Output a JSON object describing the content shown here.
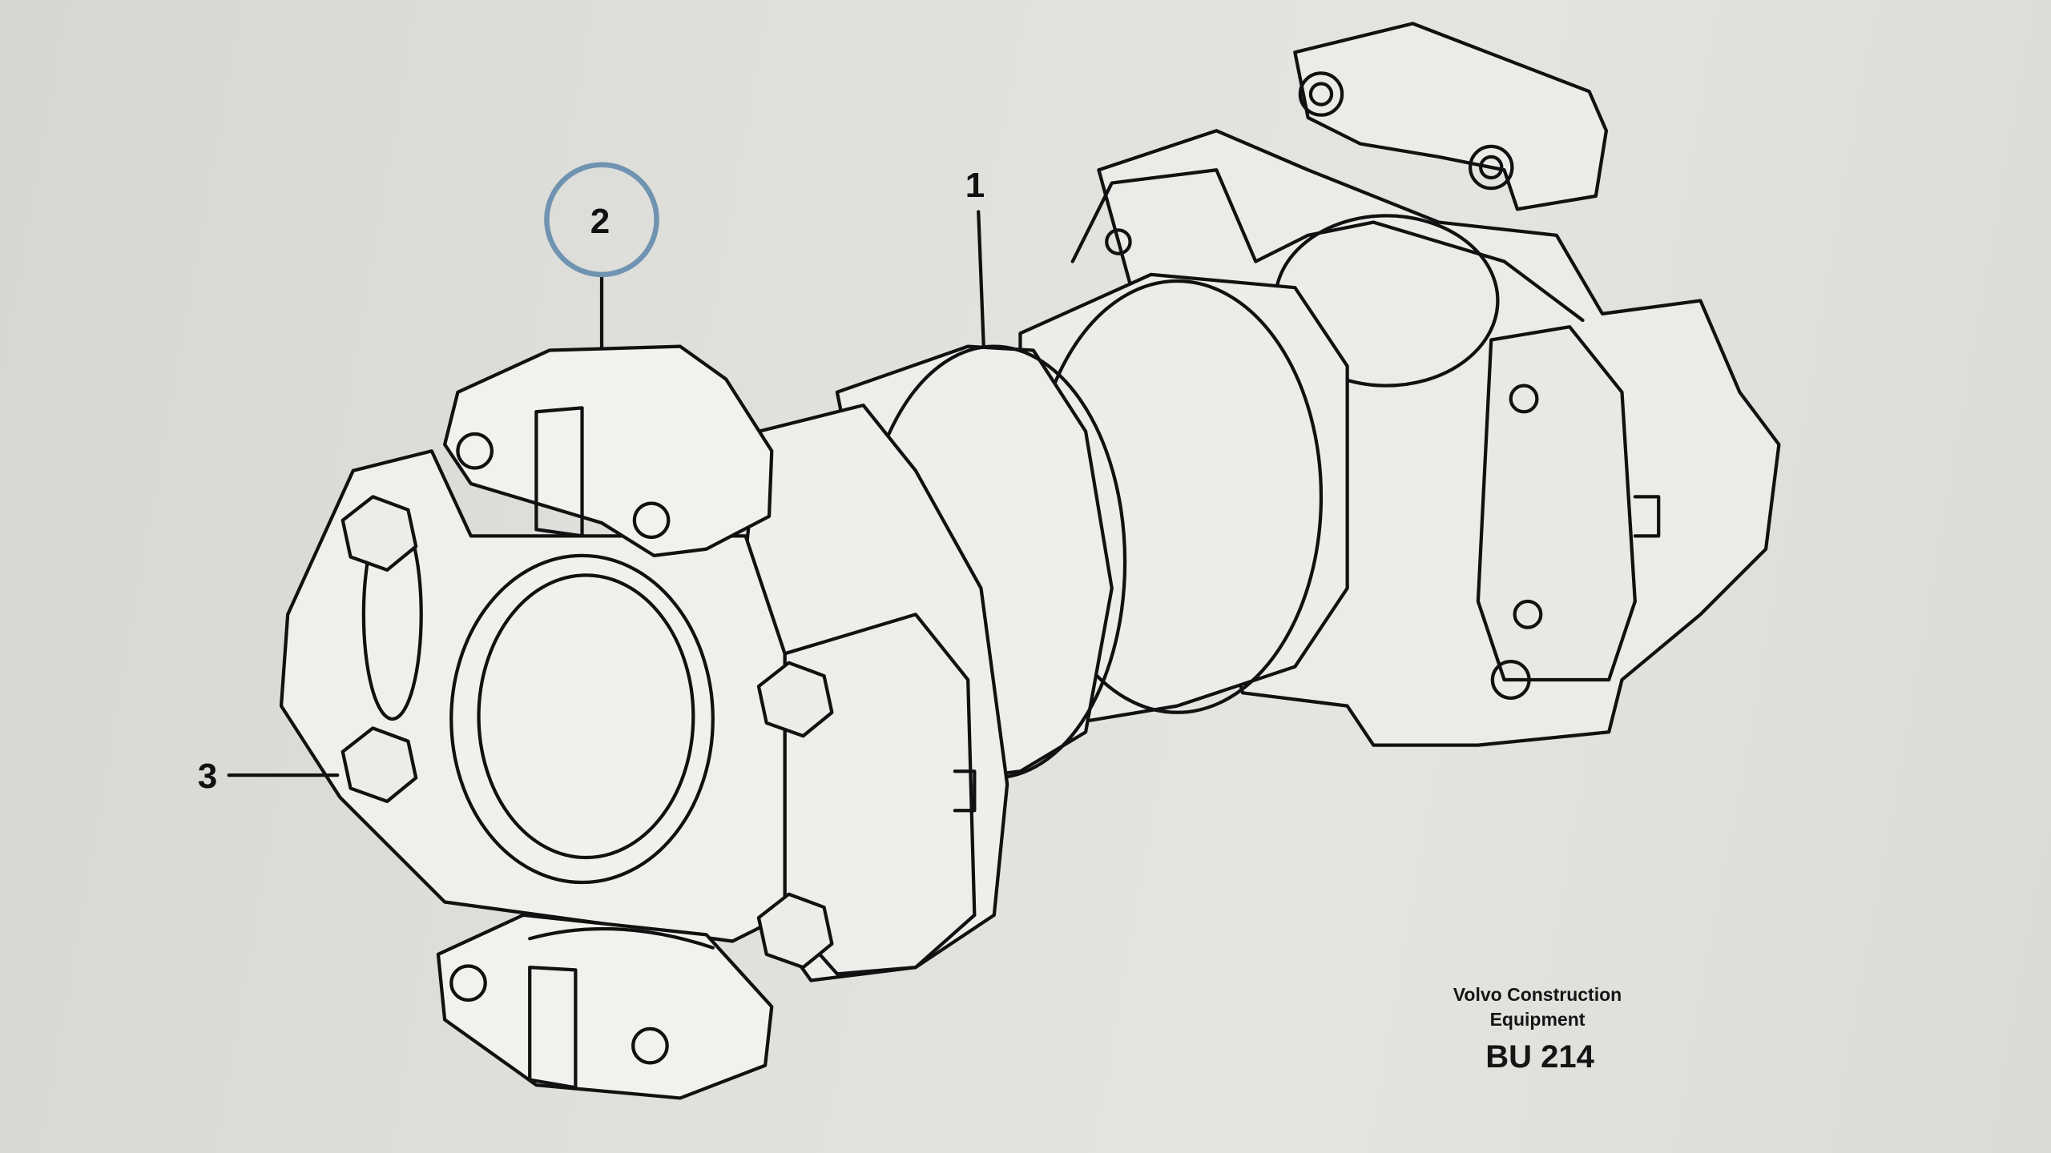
{
  "diagram": {
    "callouts": [
      {
        "number": "1",
        "highlighted": false
      },
      {
        "number": "2",
        "highlighted": true
      },
      {
        "number": "3",
        "highlighted": false
      }
    ],
    "highlight_color": "#6f93b0",
    "caption": {
      "line1": "Volvo Construction",
      "line2": "Equipment",
      "code": "BU 214"
    }
  }
}
